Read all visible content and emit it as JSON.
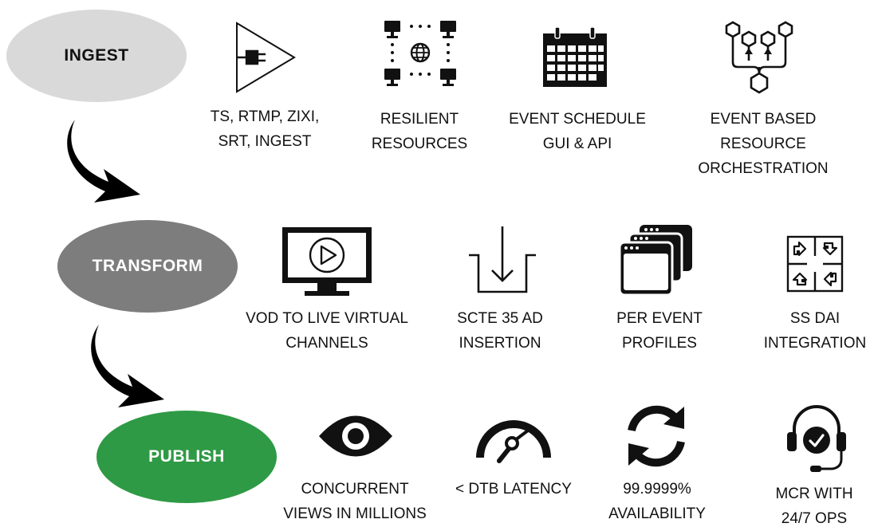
{
  "stages": [
    {
      "label": "INGEST",
      "fill": "#d9d9d9",
      "text_color": "#111111"
    },
    {
      "label": "TRANSFORM",
      "fill": "#7d7d7d",
      "text_color": "#ffffff"
    },
    {
      "label": "PUBLISH",
      "fill": "#2f9a45",
      "text_color": "#ffffff"
    }
  ],
  "ingest": [
    {
      "icon": "plug-triangle-icon",
      "lines": [
        "TS, RTMP, ZIXI,",
        "SRT, INGEST"
      ]
    },
    {
      "icon": "network-globe-icon",
      "lines": [
        "RESILIENT",
        "RESOURCES"
      ]
    },
    {
      "icon": "calendar-icon",
      "lines": [
        "EVENT SCHEDULE",
        "GUI & API"
      ]
    },
    {
      "icon": "hexagon-tree-icon",
      "lines": [
        "EVENT BASED",
        "RESOURCE",
        "ORCHESTRATION"
      ]
    }
  ],
  "transform": [
    {
      "icon": "monitor-play-icon",
      "lines": [
        "VOD TO LIVE VIRTUAL",
        "CHANNELS"
      ]
    },
    {
      "icon": "insert-arrow-icon",
      "lines": [
        "SCTE 35 AD",
        "INSERTION"
      ]
    },
    {
      "icon": "stacked-windows-icon",
      "lines": [
        "PER EVENT",
        "PROFILES"
      ]
    },
    {
      "icon": "puzzle-arrows-icon",
      "lines": [
        "SS DAI",
        "INTEGRATION"
      ]
    }
  ],
  "publish": [
    {
      "icon": "eye-icon",
      "lines": [
        "CONCURRENT",
        "VIEWS IN MILLIONS"
      ]
    },
    {
      "icon": "gauge-icon",
      "lines": [
        "< DTB LATENCY"
      ]
    },
    {
      "icon": "refresh-icon",
      "lines": [
        "99.9999%",
        "AVAILABILITY"
      ]
    },
    {
      "icon": "headset-clock-icon",
      "lines": [
        "MCR WITH",
        "24/7 OPS"
      ]
    }
  ]
}
